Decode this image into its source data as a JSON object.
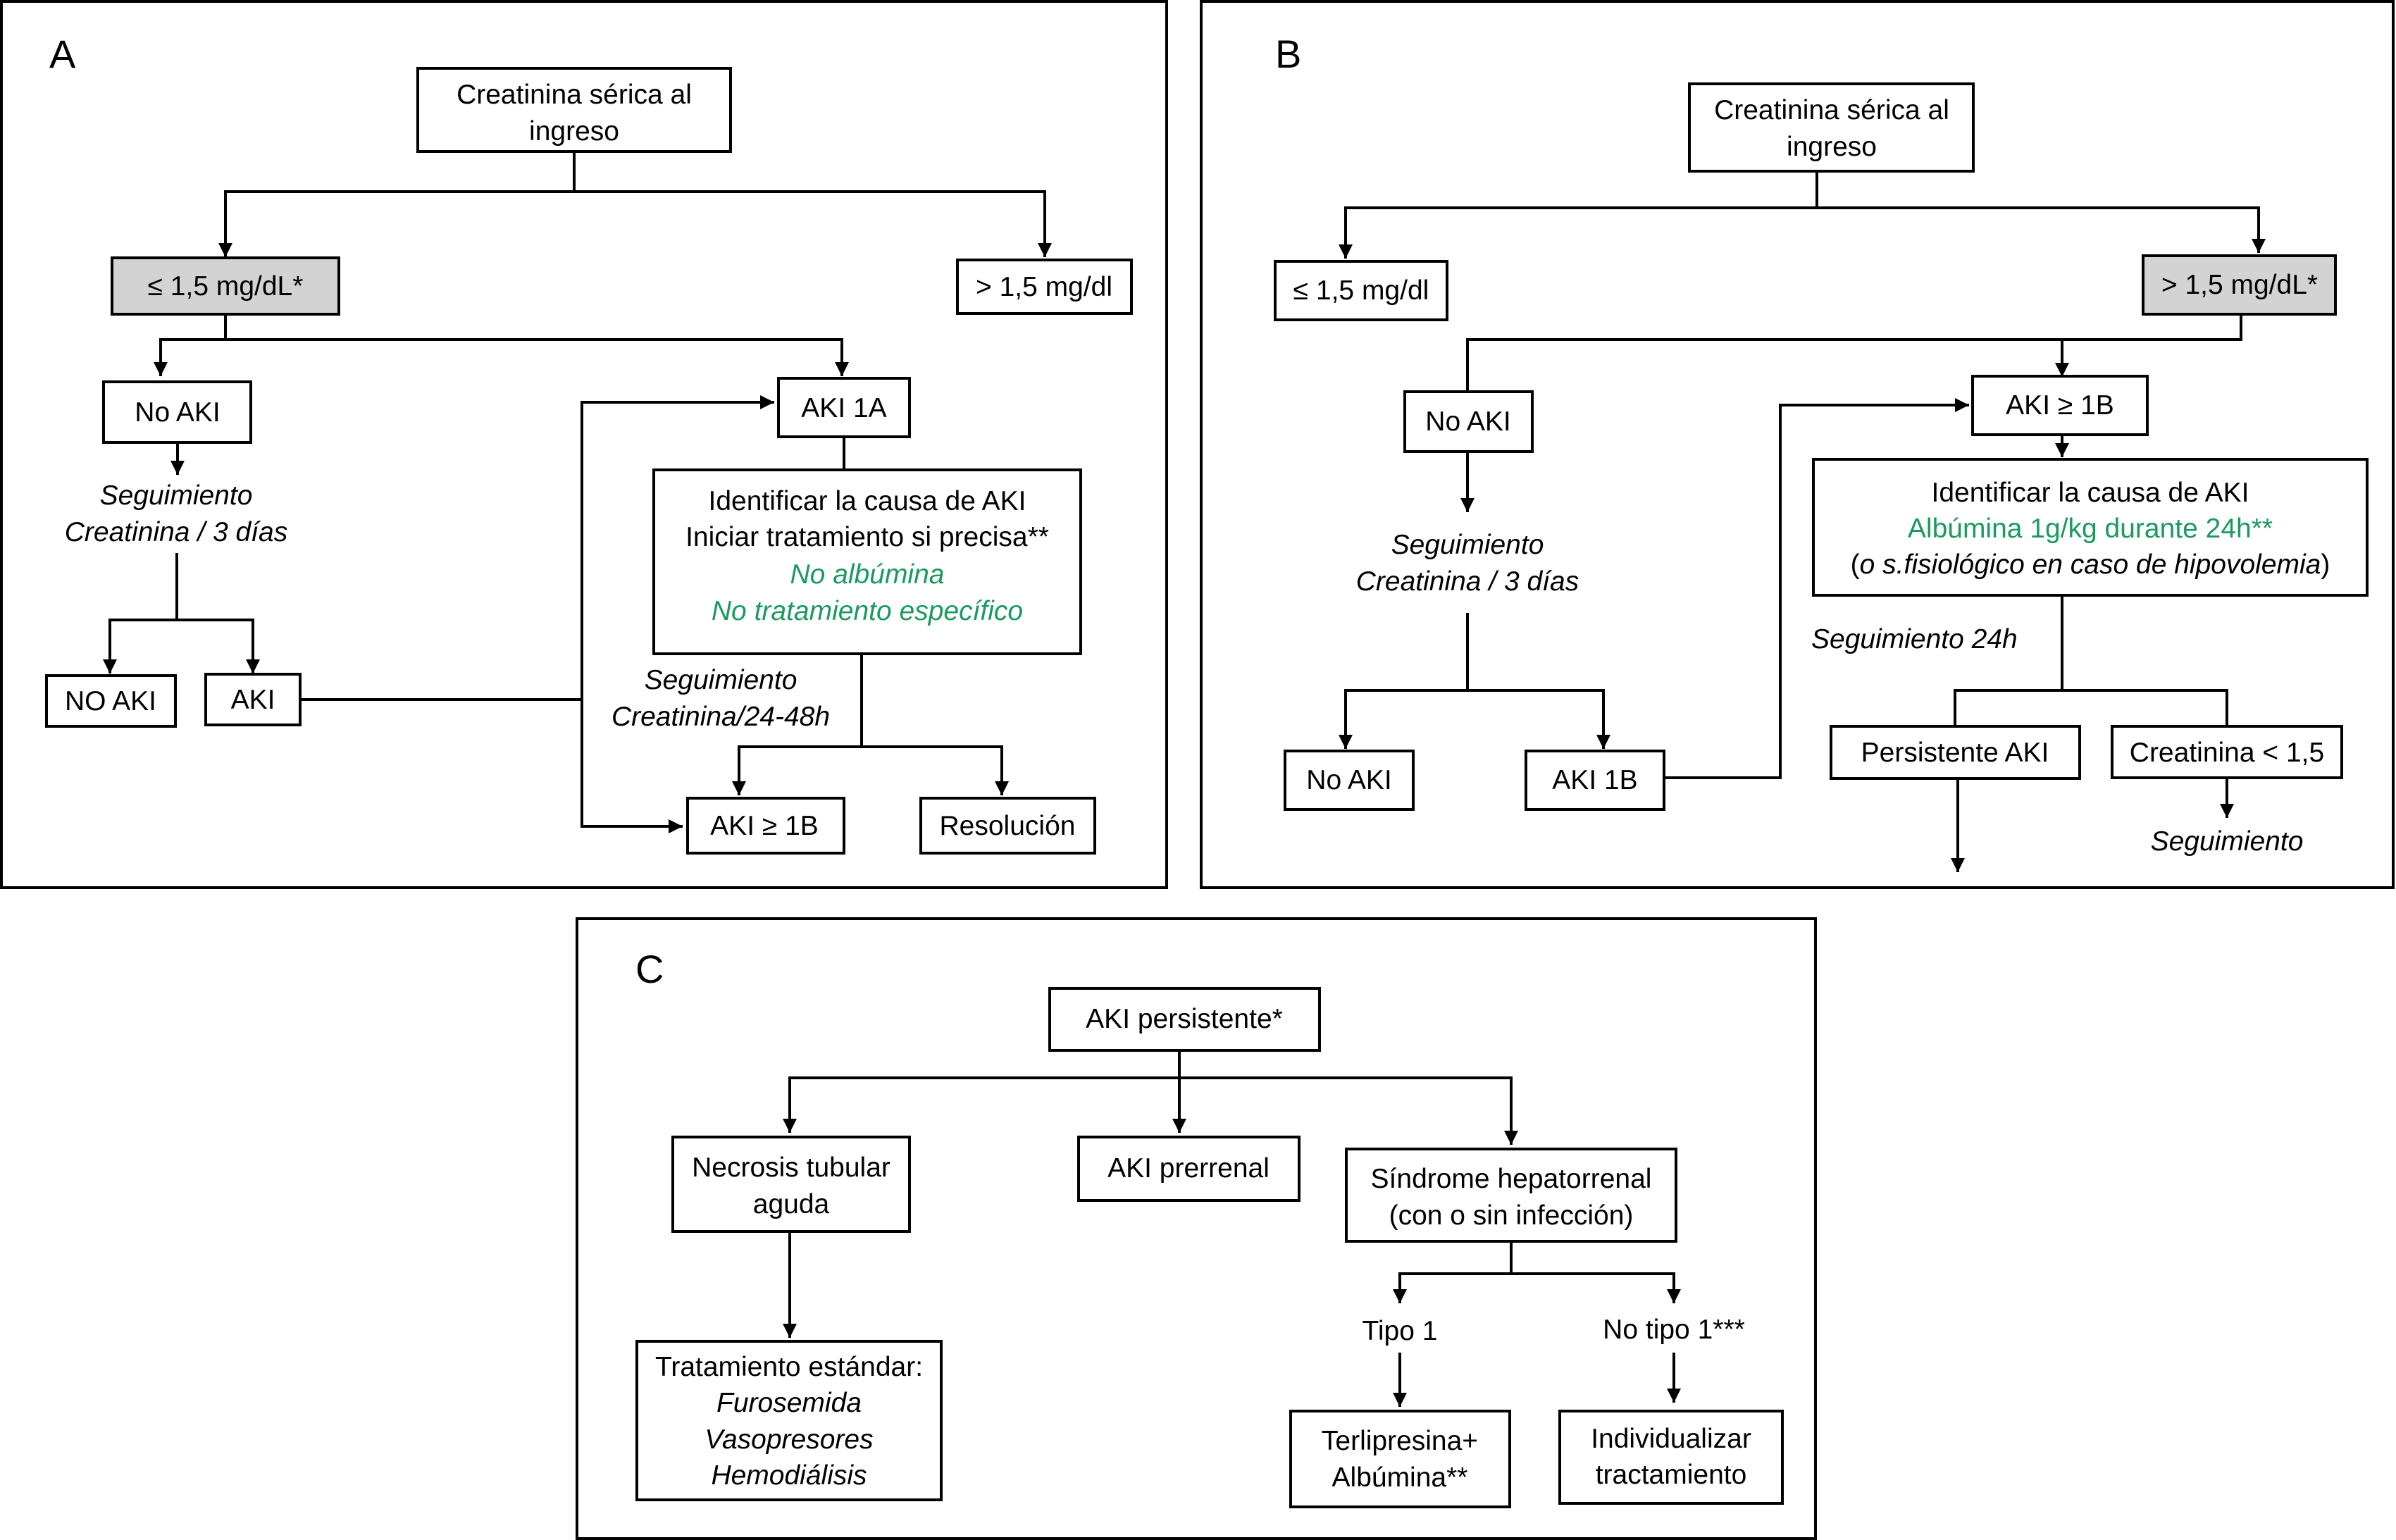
{
  "colors": {
    "highlight_green": "#1a9a5f",
    "shaded_box": "#d3d3d3"
  },
  "panel_a": {
    "label": "A",
    "serum_creatinine": [
      "Creatinina sérica al",
      "ingreso"
    ],
    "le_15": "≤ 1,5 mg/dL*",
    "gt_15": "> 1,5 mg/dl",
    "no_aki": "No AKI",
    "follow_up": [
      "Seguimiento",
      "Creatinina / 3 días"
    ],
    "no_aki_caps": "NO AKI",
    "aki": "AKI",
    "aki_1a": "AKI 1A",
    "identify_lines": [
      "Identificar la causa de AKI",
      "Iniciar tratamiento si precisa**"
    ],
    "identify_green": [
      "No albúmina",
      "No tratamiento específico"
    ],
    "follow_up_2": [
      "Seguimiento",
      "Creatinina/24-48h"
    ],
    "aki_ge_1b": "AKI ≥ 1B",
    "resolution": "Resolución"
  },
  "panel_b": {
    "label": "B",
    "serum_creatinine": [
      "Creatinina sérica al",
      "ingreso"
    ],
    "le_15": "≤ 1,5 mg/dl",
    "gt_15": "> 1,5 mg/dL*",
    "no_aki": "No AKI",
    "follow_up": [
      "Seguimiento",
      "Creatinina / 3 días"
    ],
    "no_aki_2": "No AKI",
    "aki_1b": "AKI 1B",
    "aki_ge_1b": "AKI ≥ 1B",
    "identify": "Identificar la causa de AKI",
    "albumin": "Albúmina 1g/kg durante 24h**",
    "saline_open": "(",
    "saline_italic": "o s.fisiológico en caso de hipovolemia",
    "saline_close": ")",
    "follow_24h": "Seguimiento 24h",
    "persistent": "Persistente AKI",
    "creat_lt": "Creatinina < 1,5",
    "follow": "Seguimiento"
  },
  "panel_c": {
    "label": "C",
    "aki_persistent": "AKI persistente*",
    "atn": [
      "Necrosis tubular",
      "aguda"
    ],
    "prerenal": "AKI prerrenal",
    "hrs": [
      "Síndrome hepatorrenal",
      "(con o sin infección)"
    ],
    "type1": "Tipo 1",
    "not_type1": "No tipo 1***",
    "standard_tx": "Tratamiento estándar:",
    "standard_items": [
      "Furosemida",
      "Vasopresores",
      "Hemodiálisis"
    ],
    "terlipressin": [
      "Terlipresina+",
      "Albúmina**"
    ],
    "individualize": [
      "Individualizar",
      "tractamiento"
    ]
  }
}
